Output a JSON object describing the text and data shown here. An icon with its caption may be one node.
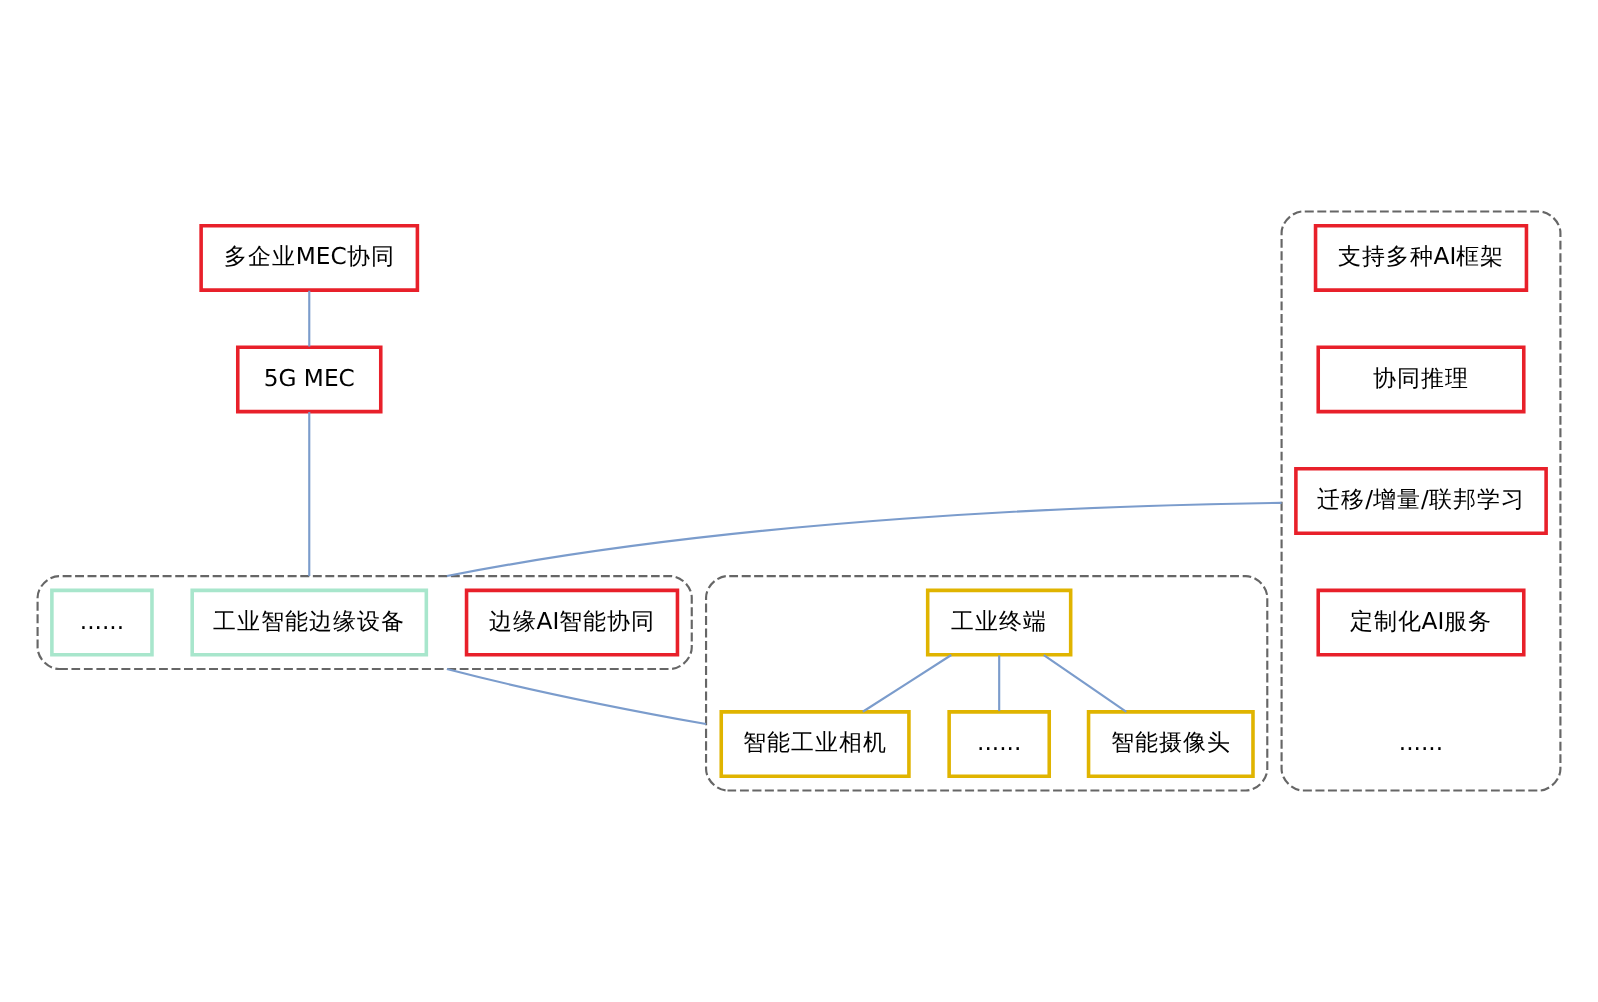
{
  "diagram": {
    "nodes": [
      {
        "text": [
          "多企业MEC协同"
        ]
      },
      {
        "text": [
          "5G MEC"
        ]
      },
      {
        "text": [],
        "shape": "box"
      },
      {
        "text": [
          "边缘AI智能协同"
        ],
        "in": 2
      },
      {
        "text": [
          "工业智能边缘设备"
        ],
        "in": 2
      },
      {
        "text": [
          "......"
        ],
        "in": 2
      },
      {
        "text": [],
        "shape": "box"
      },
      {
        "text": [
          "支持多种AI框架"
        ],
        "in": 6
      },
      {
        "text": [
          "协同推理"
        ],
        "in": 6
      },
      {
        "text": [
          "迁移/增量/联邦学习"
        ],
        "in": 6
      },
      {
        "text": [
          "定制化AI服务"
        ],
        "in": 6
      },
      {
        "text": [],
        "shape": "box"
      },
      {
        "text": [
          "工业终端"
        ],
        "in": 11
      },
      {
        "text": [
          "智能摄像头"
        ],
        "in": 11
      },
      {
        "text": [
          "智能工业相机"
        ],
        "in": 11
      },
      {
        "text": [
          "......"
        ],
        "in": 11
      }
    ],
    "edges": [
      {
        "from": 0,
        "to": 1,
        "arrow": "none"
      },
      {
        "from": 1,
        "to": 2,
        "arrow": "none"
      },
      {
        "from": 6,
        "to": 2,
        "arrow": "none"
      },
      {
        "from": 2,
        "to": 11,
        "arrow": "none"
      },
      {
        "from": 12,
        "to": 13,
        "arrow": "none"
      },
      {
        "from": 12,
        "to": 14,
        "arrow": "none"
      },
      {
        "from": 12,
        "to": 15,
        "arrow": "none"
      }
    ],
    "labels": [
      "......"
    ]
  }
}
